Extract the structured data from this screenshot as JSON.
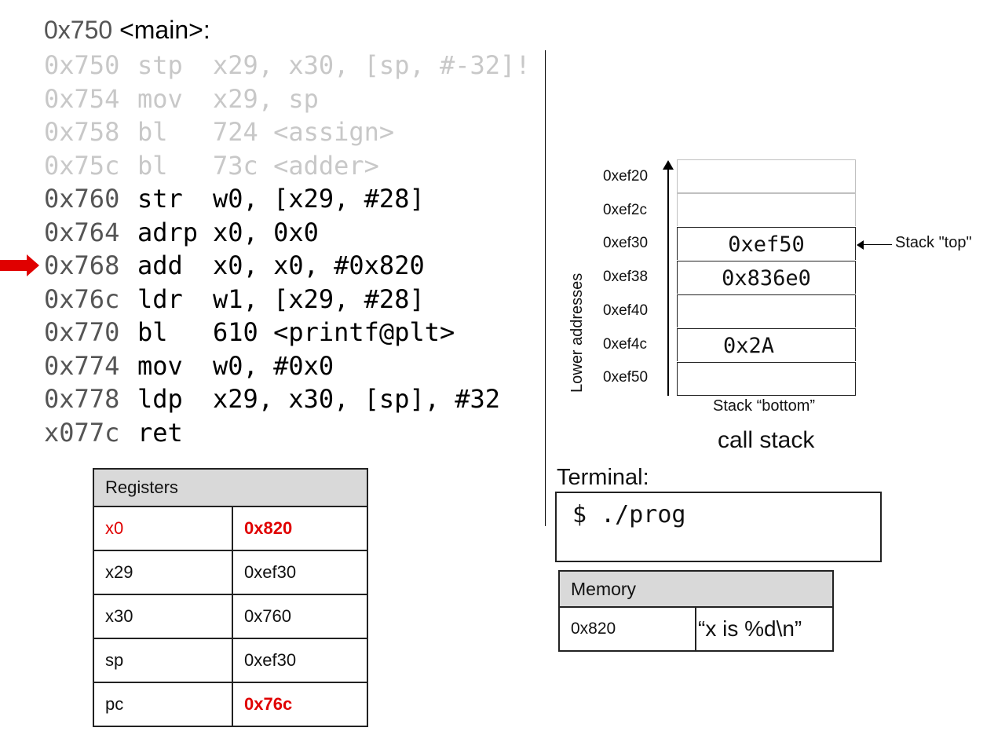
{
  "function_header": {
    "address": "0x750",
    "label": "<main>:"
  },
  "instructions": [
    {
      "addr": "0x750",
      "op": "stp",
      "args": "x29, x30, [sp, #-32]!",
      "executed": true
    },
    {
      "addr": "0x754",
      "op": "mov",
      "args": "x29, sp",
      "executed": true
    },
    {
      "addr": "0x758",
      "op": "bl",
      "args": "724 <assign>",
      "executed": true
    },
    {
      "addr": "0x75c",
      "op": "bl",
      "args": "73c <adder>",
      "executed": true
    },
    {
      "addr": "0x760",
      "op": "str",
      "args": "w0, [x29, #28]",
      "executed": false
    },
    {
      "addr": "0x764",
      "op": "adrp",
      "args": "x0, 0x0",
      "executed": false
    },
    {
      "addr": "0x768",
      "op": "add",
      "args": "x0, x0, #0x820",
      "executed": false
    },
    {
      "addr": "0x76c",
      "op": "ldr",
      "args": "w1, [x29, #28]",
      "executed": false
    },
    {
      "addr": "0x770",
      "op": "bl",
      "args": "610 <printf@plt>",
      "executed": false
    },
    {
      "addr": "0x774",
      "op": "mov",
      "args": "w0, #0x0",
      "executed": false
    },
    {
      "addr": "0x778",
      "op": "ldp",
      "args": "x29, x30, [sp], #32",
      "executed": false
    },
    {
      "addr": "x077c",
      "op": "ret",
      "args": "",
      "executed": false
    }
  ],
  "pc_arrow_index": 6,
  "registers": {
    "header": "Registers",
    "rows": [
      {
        "name": "x0",
        "value": "0x820",
        "changed": true
      },
      {
        "name": "x29",
        "value": "0xef30",
        "changed": false
      },
      {
        "name": "x30",
        "value": "0x760",
        "changed": false
      },
      {
        "name": "sp",
        "value": "0xef30",
        "changed": false
      },
      {
        "name": "pc",
        "value": "0x76c",
        "changed": true
      }
    ]
  },
  "stack": {
    "rows": [
      {
        "address": "0xef20",
        "value": ""
      },
      {
        "address": "0xef2c",
        "value": ""
      },
      {
        "address": "0xef30",
        "value": "0xef50"
      },
      {
        "address": "0xef38",
        "value": "0x836e0"
      },
      {
        "address": "0xef40",
        "value": ""
      },
      {
        "address": "0xef4c",
        "value": "0x2A"
      },
      {
        "address": "0xef50",
        "value": ""
      }
    ],
    "top_label": "Stack \"top\"",
    "bottom_label": "Stack “bottom”",
    "axis_label": "Lower addresses",
    "caption": "call stack"
  },
  "terminal": {
    "label": "Terminal:",
    "content": "$ ./prog"
  },
  "memory": {
    "header": "Memory",
    "rows": [
      {
        "address": "0x820",
        "value": "“x is %d\\n”"
      }
    ]
  },
  "colors": {
    "highlight": "#e00000",
    "faded_code": "#c8c8c8",
    "table_header": "#d9d9d9"
  }
}
